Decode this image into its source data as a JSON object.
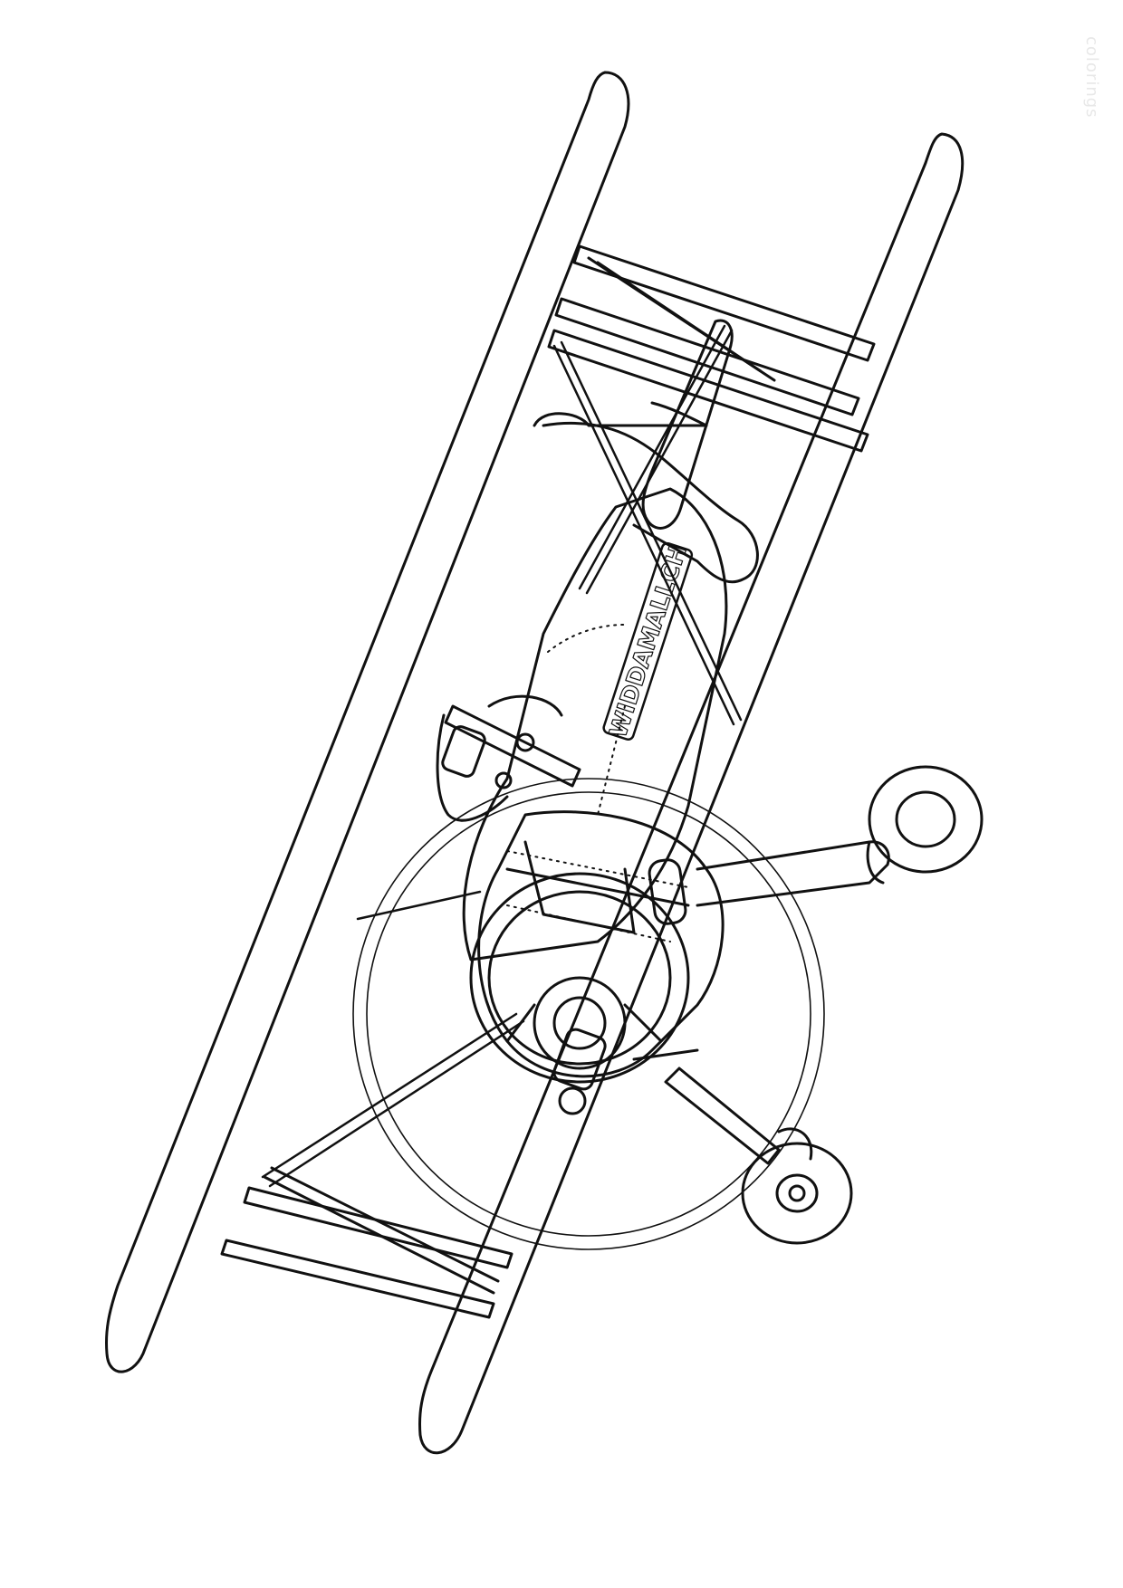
{
  "illustration": {
    "subject": "biplane",
    "colors": {
      "ink": "#111111",
      "paper": "#ffffff"
    },
    "fuselage_lettering": "WIDDAMALLCH",
    "watermark": "colorings"
  }
}
